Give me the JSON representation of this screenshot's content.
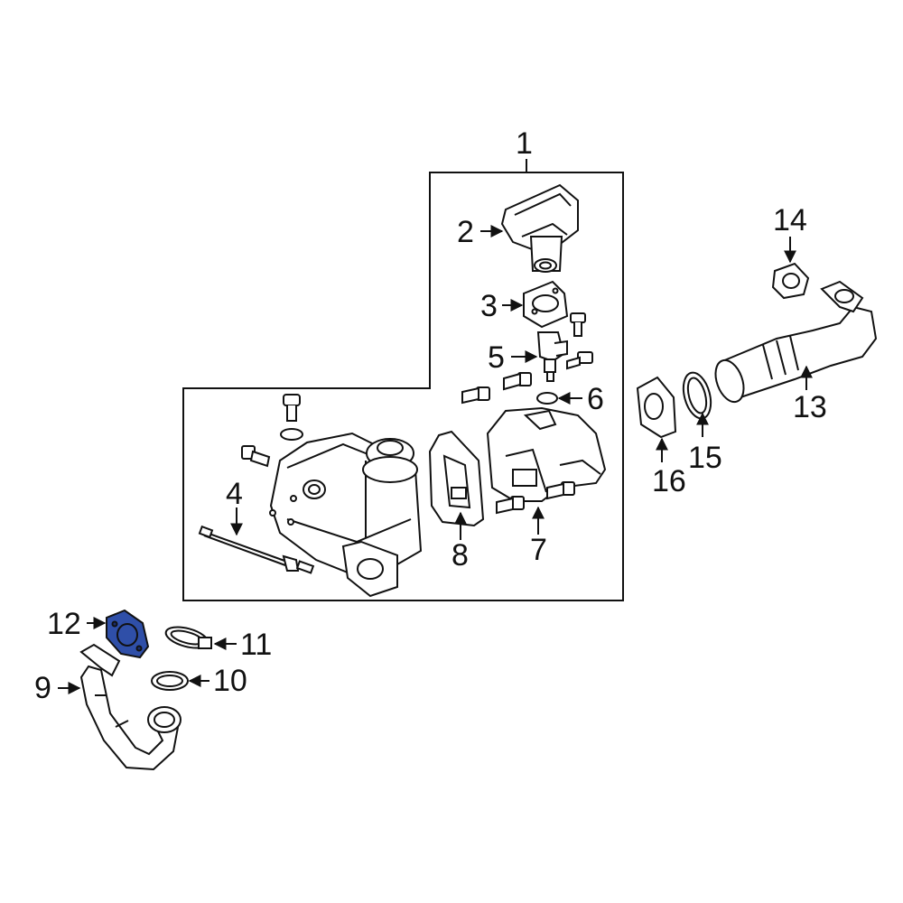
{
  "diagram": {
    "callouts": [
      {
        "id": "c1",
        "label": "1"
      },
      {
        "id": "c2",
        "label": "2"
      },
      {
        "id": "c3",
        "label": "3"
      },
      {
        "id": "c4",
        "label": "4"
      },
      {
        "id": "c5",
        "label": "5"
      },
      {
        "id": "c6",
        "label": "6"
      },
      {
        "id": "c7",
        "label": "7"
      },
      {
        "id": "c8",
        "label": "8"
      },
      {
        "id": "c9",
        "label": "9"
      },
      {
        "id": "c10",
        "label": "10"
      },
      {
        "id": "c11",
        "label": "11"
      },
      {
        "id": "c12",
        "label": "12"
      },
      {
        "id": "c13",
        "label": "13"
      },
      {
        "id": "c14",
        "label": "14"
      },
      {
        "id": "c15",
        "label": "15"
      },
      {
        "id": "c16",
        "label": "16"
      }
    ],
    "highlighted_part": "12",
    "colors": {
      "line": "#111111",
      "highlight_fill": "#2f4fa8",
      "background": "#ffffff"
    }
  }
}
